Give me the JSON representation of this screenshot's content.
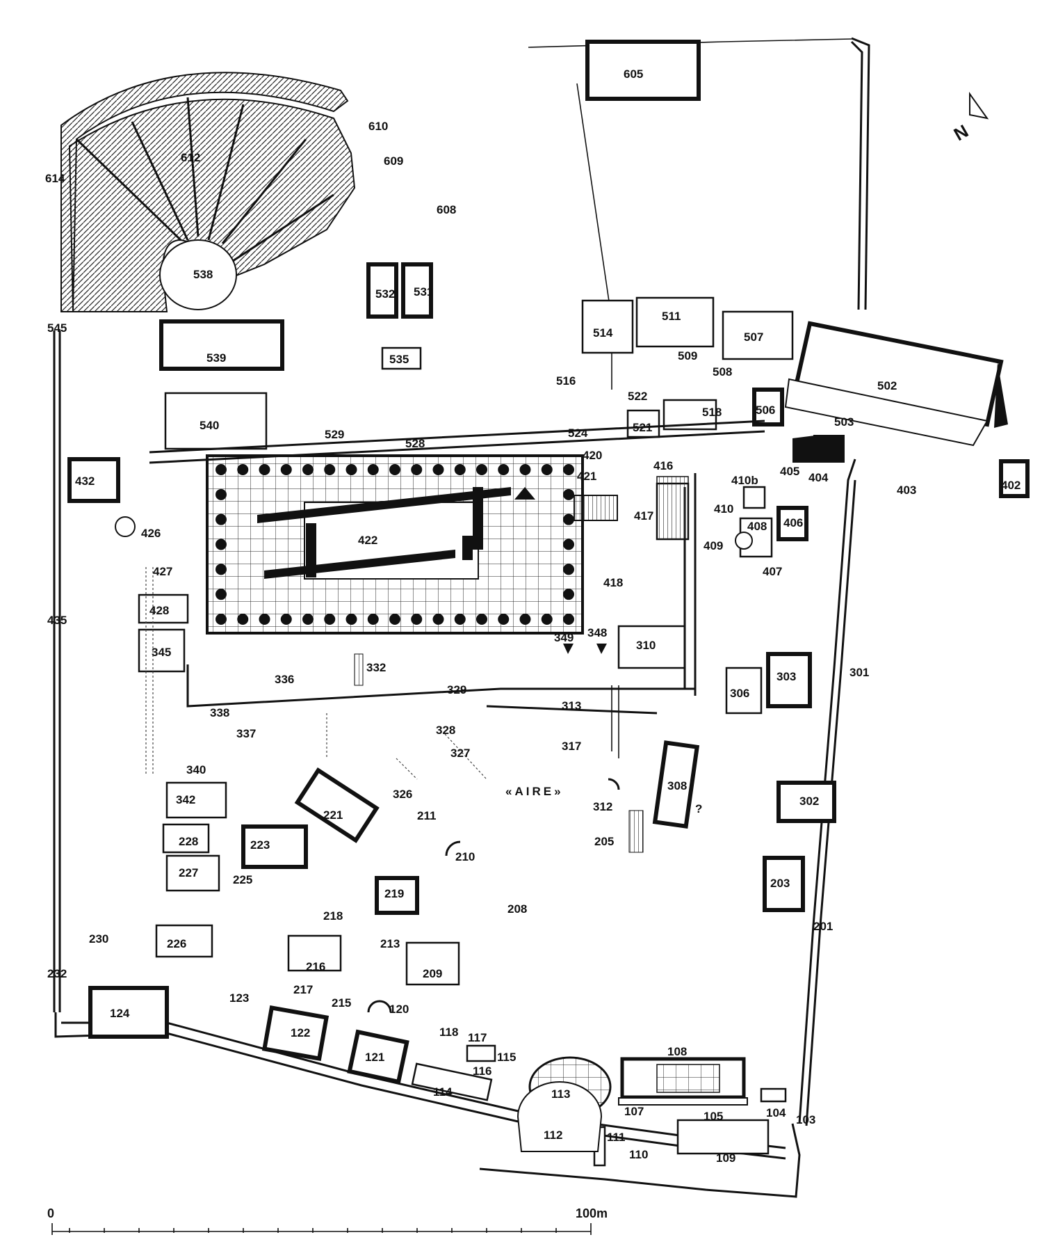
{
  "plan": {
    "north_label": "N",
    "aire_label": "«AIRE»",
    "scale": {
      "start_label": "0",
      "end_label": "100m"
    }
  },
  "labels": {
    "l101": "103",
    "l102": "104",
    "l103": "105",
    "l104": "107",
    "l105": "108",
    "l106": "109",
    "l107": "110",
    "l108": "111",
    "l109": "112",
    "l110": "113",
    "l111": "114",
    "l112": "115",
    "l113": "116",
    "l114": "117",
    "l115": "118",
    "l116": "120",
    "l117": "121",
    "l118": "122",
    "l119": "123",
    "l120": "124",
    "l121": "201",
    "l122": "203",
    "l123": "205",
    "l124": "208",
    "l125": "209",
    "l126": "210",
    "l127": "211",
    "l128": "213",
    "l129": "215",
    "l130": "216",
    "l131": "217",
    "l132": "218",
    "l133": "219",
    "l134": "221",
    "l135": "223",
    "l136": "225",
    "l137": "226",
    "l138": "227",
    "l139": "228",
    "l140": "230",
    "l141": "232",
    "l142": "301",
    "l143": "302",
    "l144": "303",
    "l145": "306",
    "l146": "308",
    "l147": "310",
    "l148": "312",
    "l149": "313",
    "l150": "317",
    "l151": "326",
    "l152": "327",
    "l153": "328",
    "l154": "329",
    "l155": "332",
    "l156": "336",
    "l157": "337",
    "l158": "338",
    "l159": "340",
    "l160": "342",
    "l161": "345",
    "l162": "348",
    "l163": "349",
    "l164": "402",
    "l165": "403",
    "l166": "404",
    "l167": "405",
    "l168": "406",
    "l169": "407",
    "l170": "408",
    "l171": "409",
    "l172": "410",
    "l173": "410b",
    "l174": "416",
    "l175": "417",
    "l176": "418",
    "l177": "420",
    "l178": "421",
    "l179": "422",
    "l180": "426",
    "l181": "427",
    "l182": "428",
    "l183": "432",
    "l184": "435",
    "l185": "502",
    "l186": "503",
    "l187": "506",
    "l188": "507",
    "l189": "508",
    "l190": "509",
    "l191": "511",
    "l192": "514",
    "l193": "516",
    "l194": "518",
    "l195": "521",
    "l196": "522",
    "l197": "524",
    "l198": "528",
    "l199": "529",
    "l200": "531",
    "l201": "532",
    "l202": "535",
    "l203": "538",
    "l204": "539",
    "l205": "540",
    "l206": "545",
    "l207": "605",
    "l208": "608",
    "l209": "609",
    "l210": "610",
    "l211": "612",
    "l212": "614",
    "l213": "?"
  }
}
